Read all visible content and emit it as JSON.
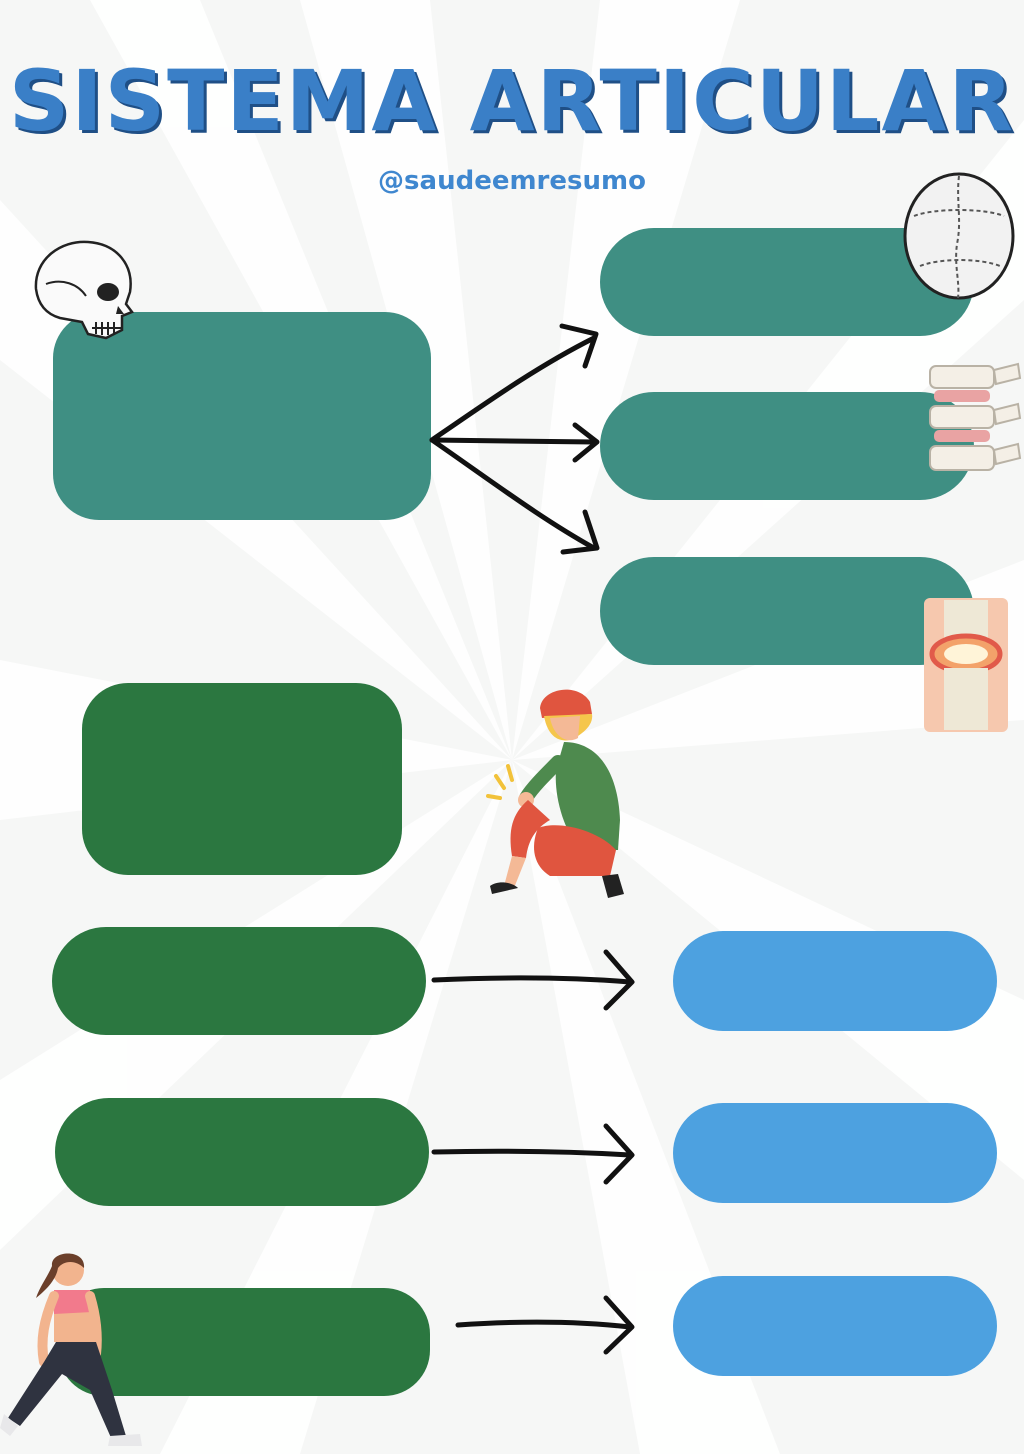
{
  "title": "SISTEMA ARTICULAR",
  "handle": "@saudeemresumo",
  "top_section": {
    "main_box": "",
    "branches": [
      "",
      "",
      ""
    ]
  },
  "middle_box": "",
  "rows": [
    {
      "left": "",
      "right": ""
    },
    {
      "left": "",
      "right": ""
    },
    {
      "left": "",
      "right": ""
    }
  ],
  "colors": {
    "teal": "#3f8f83",
    "dark_green": "#2b7740",
    "blue": "#4da1e0",
    "title_blue": "#3a7fc7"
  },
  "illustrations": [
    "skull-side-icon",
    "skull-top-icon",
    "vertebrae-icon",
    "knee-joint-icon",
    "woman-knee-pain-illustration",
    "woman-lunge-illustration"
  ]
}
